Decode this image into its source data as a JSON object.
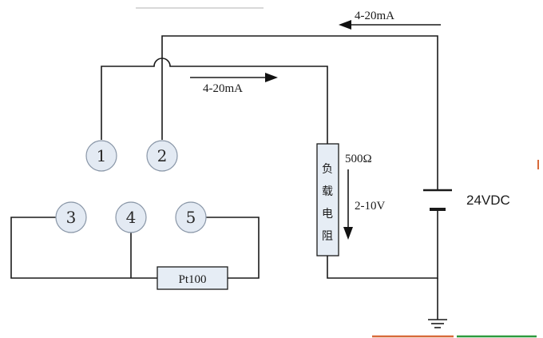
{
  "terminals": [
    "1",
    "2",
    "3",
    "4",
    "5"
  ],
  "labels": {
    "current_top": "4-20mA",
    "current_mid": "4-20mA",
    "resistor_value": "500Ω",
    "voltage_range": "2-10V",
    "supply": "24VDC",
    "sensor": "Pt100",
    "load_resistor": [
      "负",
      "载",
      "电",
      "阻"
    ]
  },
  "colors": {
    "wire": "#1a1a1a",
    "terminal_fill": "#e3eaf3",
    "bottom_accent_orange": "#d86a3a",
    "bottom_accent_green": "#2e9a3e"
  }
}
